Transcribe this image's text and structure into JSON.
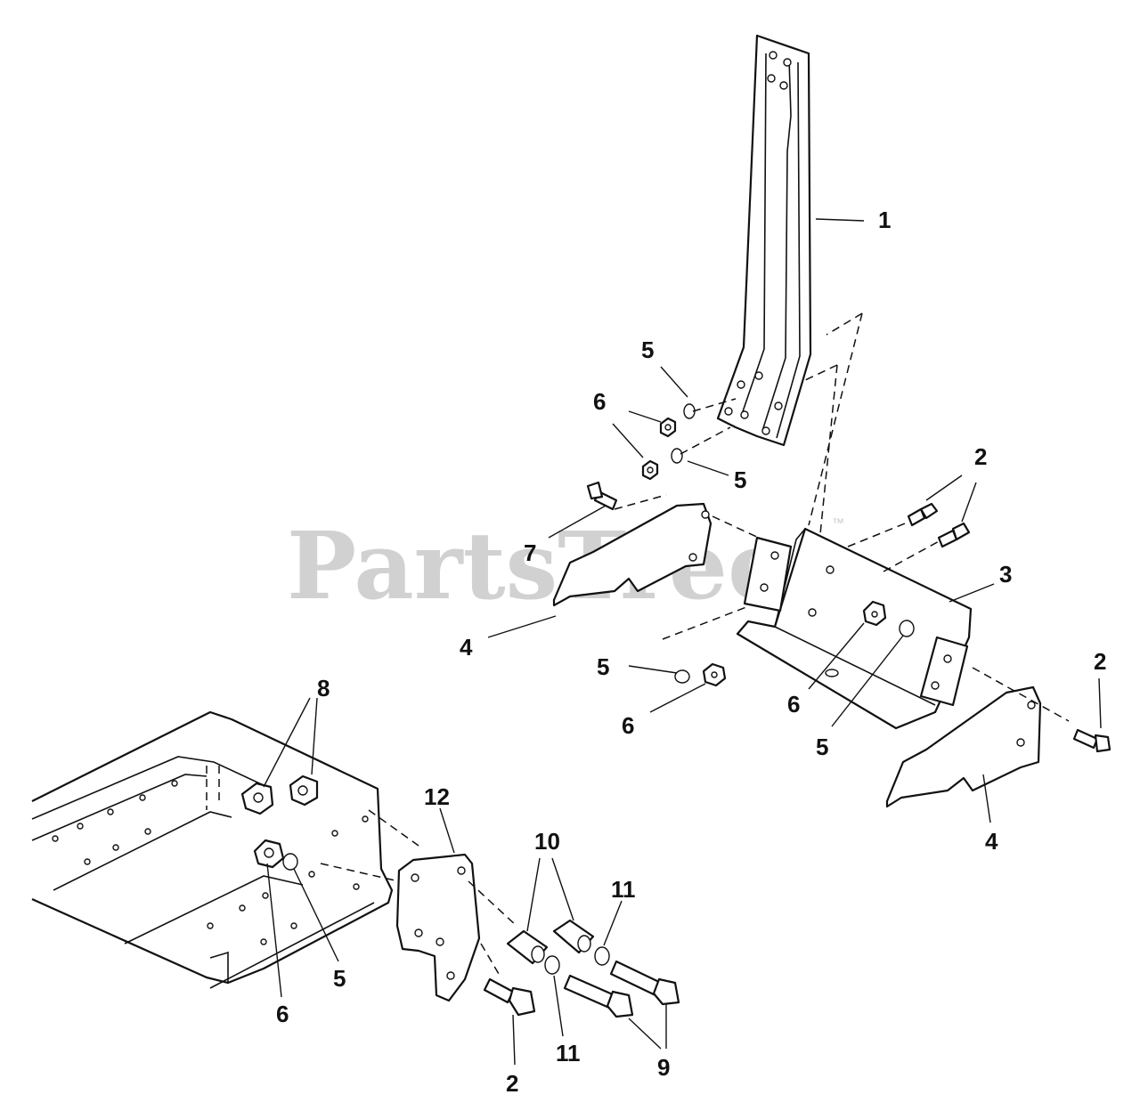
{
  "watermark": {
    "text": "PartsTree",
    "trademark": "™"
  },
  "callouts": {
    "c1": "1",
    "c2a": "2",
    "c2b": "2",
    "c2c": "2",
    "c3": "3",
    "c4a": "4",
    "c4b": "4",
    "c5a": "5",
    "c5b": "5",
    "c5c": "5",
    "c5d": "5",
    "c5e": "5",
    "c6a": "6",
    "c6b": "6",
    "c6c": "6",
    "c6d": "6",
    "c7": "7",
    "c8": "8",
    "c9": "9",
    "c10": "10",
    "c11a": "11",
    "c11b": "11",
    "c12": "12"
  }
}
